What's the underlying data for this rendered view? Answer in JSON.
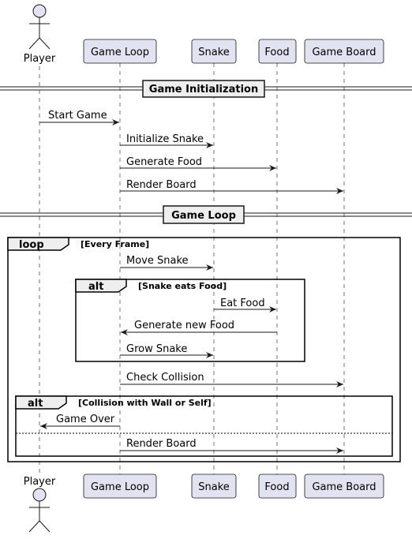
{
  "participants": [
    {
      "id": "player",
      "name": "Player",
      "kind": "actor"
    },
    {
      "id": "game_loop",
      "name": "Game Loop",
      "kind": "box"
    },
    {
      "id": "snake",
      "name": "Snake",
      "kind": "box"
    },
    {
      "id": "food",
      "name": "Food",
      "kind": "box"
    },
    {
      "id": "game_board",
      "name": "Game Board",
      "kind": "box"
    }
  ],
  "dividers": {
    "init": "Game Initialization",
    "loop": "Game Loop"
  },
  "fragments": {
    "loop": {
      "keyword": "loop",
      "guard": "[Every Frame]"
    },
    "alt_eat": {
      "keyword": "alt",
      "guard": "[Snake eats Food]"
    },
    "alt_collision": {
      "keyword": "alt",
      "guard": "[Collision with Wall or Self]"
    }
  },
  "messages": [
    {
      "from": "player",
      "to": "game_loop",
      "label": "Start Game"
    },
    {
      "from": "game_loop",
      "to": "snake",
      "label": "Initialize Snake"
    },
    {
      "from": "game_loop",
      "to": "food",
      "label": "Generate Food"
    },
    {
      "from": "game_loop",
      "to": "game_board",
      "label": "Render Board"
    },
    {
      "from": "game_loop",
      "to": "snake",
      "label": "Move Snake"
    },
    {
      "from": "snake",
      "to": "food",
      "label": "Eat Food"
    },
    {
      "from": "food",
      "to": "game_loop",
      "label": "Generate new Food"
    },
    {
      "from": "game_loop",
      "to": "snake",
      "label": "Grow Snake"
    },
    {
      "from": "game_loop",
      "to": "game_board",
      "label": "Check Collision"
    },
    {
      "from": "game_loop",
      "to": "player",
      "label": "Game Over"
    },
    {
      "from": "game_loop",
      "to": "game_board",
      "label": "Render Board"
    }
  ],
  "colors": {
    "participant_fill": "#E2E2F0",
    "participant_border": "#181818",
    "lifeline": "#181818",
    "fragment_header": "#EEEEEE"
  }
}
